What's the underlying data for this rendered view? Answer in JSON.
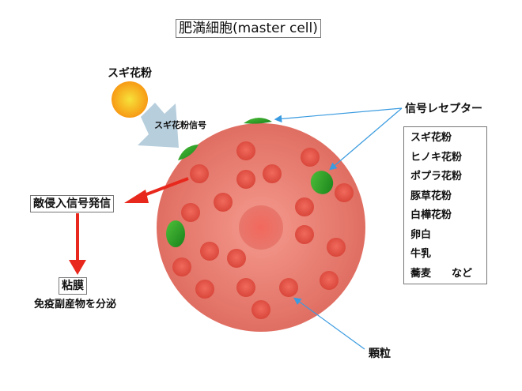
{
  "title": "肥満細胞(master cell)",
  "pollen": {
    "label": "スギ花粉",
    "signal_label": "スギ花粉信号"
  },
  "receptor_label": "信号レセプター",
  "allergens": [
    "スギ花粉",
    "ヒノキ花粉",
    "ポプラ花粉",
    "豚草花粉",
    "白樺花粉",
    "卵白",
    "牛乳",
    "蕎麦　　など"
  ],
  "invasion_signal": "敵侵入信号発信",
  "mucosa": "粘膜",
  "secretion": "免疫副産物を分泌",
  "granule_label": "顆粒",
  "colors": {
    "cell": "#ee7a6e",
    "granule": "#e0473a",
    "receptor": "#2e9e2a",
    "arrow_red": "#e8281c",
    "pointer_blue": "#3a9be0",
    "signal_arrow": "#b7cedd",
    "pollen": "#f7a21a"
  }
}
